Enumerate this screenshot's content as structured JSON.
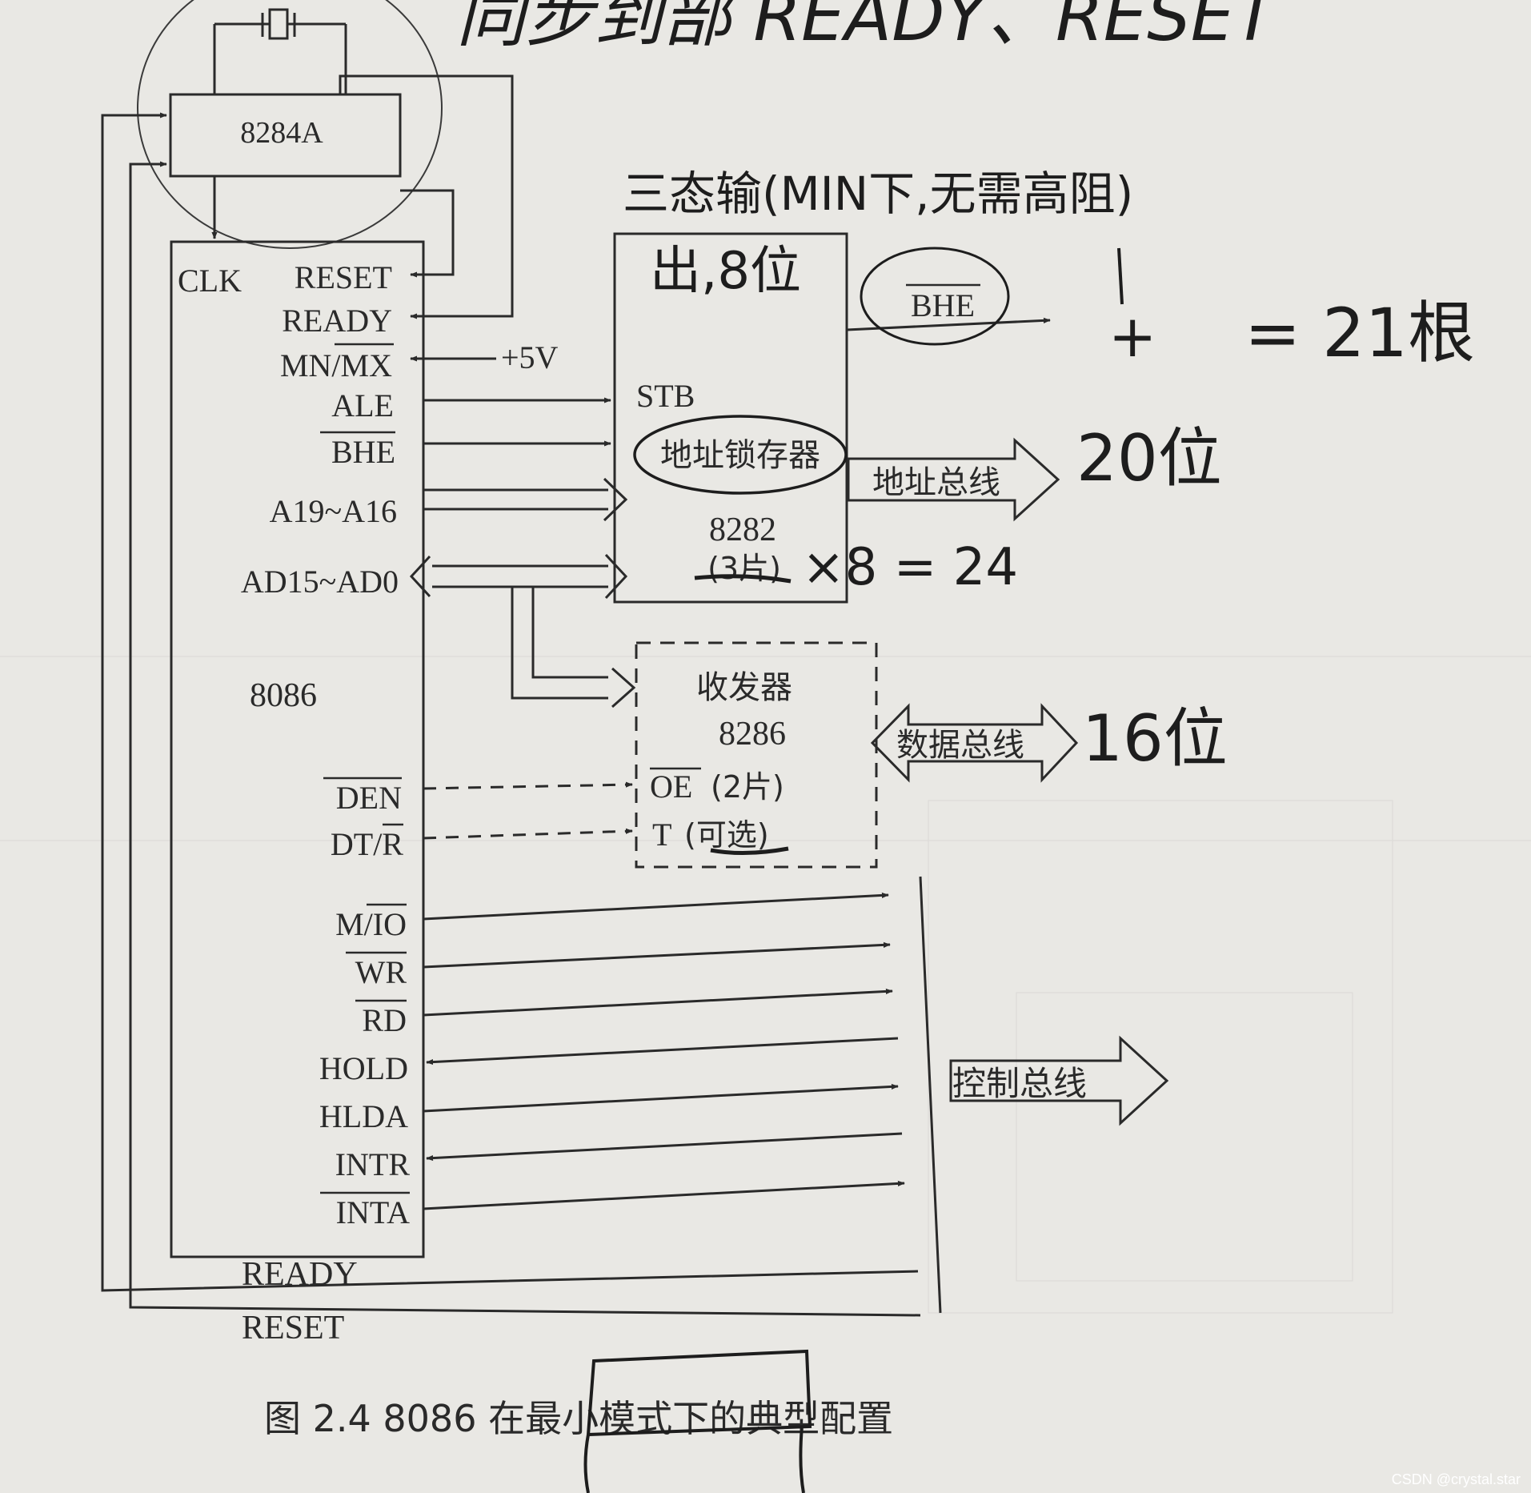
{
  "chips": {
    "clock_gen": "8284A",
    "cpu": "8086",
    "latch_chip": "8282",
    "latch_name": "地址锁存器",
    "latch_count": "(3片)",
    "latch_stb": "STB",
    "transceiver_name": "收发器",
    "transceiver_chip": "8286",
    "transceiver_oe": "OE",
    "transceiver_oe_count": "(2片)",
    "transceiver_t": "T",
    "transceiver_t_note": "(可选)"
  },
  "pins": {
    "clk": "CLK",
    "reset": "RESET",
    "ready": "READY",
    "mn_mx": "MN/MX",
    "ale": "ALE",
    "bhe": "BHE",
    "a19_a16": "A19~A16",
    "ad15_ad0": "AD15~AD0",
    "den": "DEN",
    "dt_r": "DT/R",
    "m_io": "M/IO",
    "wr": "WR",
    "rd": "RD",
    "hold": "HOLD",
    "hlda": "HLDA",
    "intr": "INTR",
    "inta": "INTA"
  },
  "signals": {
    "plus5v": "+5V",
    "bhe_out": "BHE",
    "ready_bus": "READY",
    "reset_bus": "RESET"
  },
  "buses": {
    "address": "地址总线",
    "data": "数据总线",
    "control": "控制总线"
  },
  "caption": "图 2.4   8086 在最小模式下的典型配置",
  "handwriting": {
    "top_line": "同步到部 READY、RESET",
    "tristate_1": "三态输(MIN下,无需高阻)",
    "tristate_2": "出,8位",
    "plus_mark": "+",
    "equals_21": "= 21根",
    "addr_bits": "20位",
    "times8": "×8 = 24",
    "data_bits": "16位"
  },
  "watermark": "CSDN @crystal.star"
}
